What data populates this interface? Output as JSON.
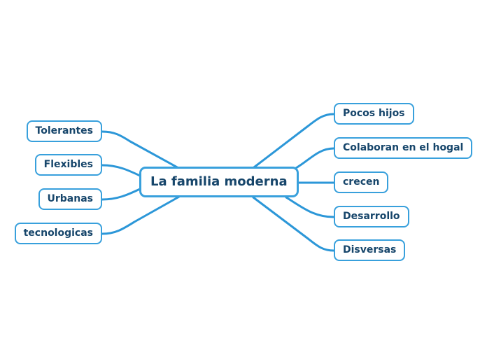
{
  "mindmap": {
    "central": {
      "label": "La familia moderna"
    },
    "left": [
      {
        "label": "Tolerantes"
      },
      {
        "label": "Flexibles"
      },
      {
        "label": "Urbanas"
      },
      {
        "label": "tecnologicas"
      }
    ],
    "right": [
      {
        "label": "Pocos hijos"
      },
      {
        "label": "Colaboran en el hogal"
      },
      {
        "label": "crecen"
      },
      {
        "label": "Desarrollo"
      },
      {
        "label": "Disversas"
      }
    ],
    "colors": {
      "connector": "#2c97d8",
      "node_border": "#38a0dc",
      "node_background": "#ffffff",
      "text": "#17466b",
      "canvas_background": "#ffffff"
    }
  }
}
